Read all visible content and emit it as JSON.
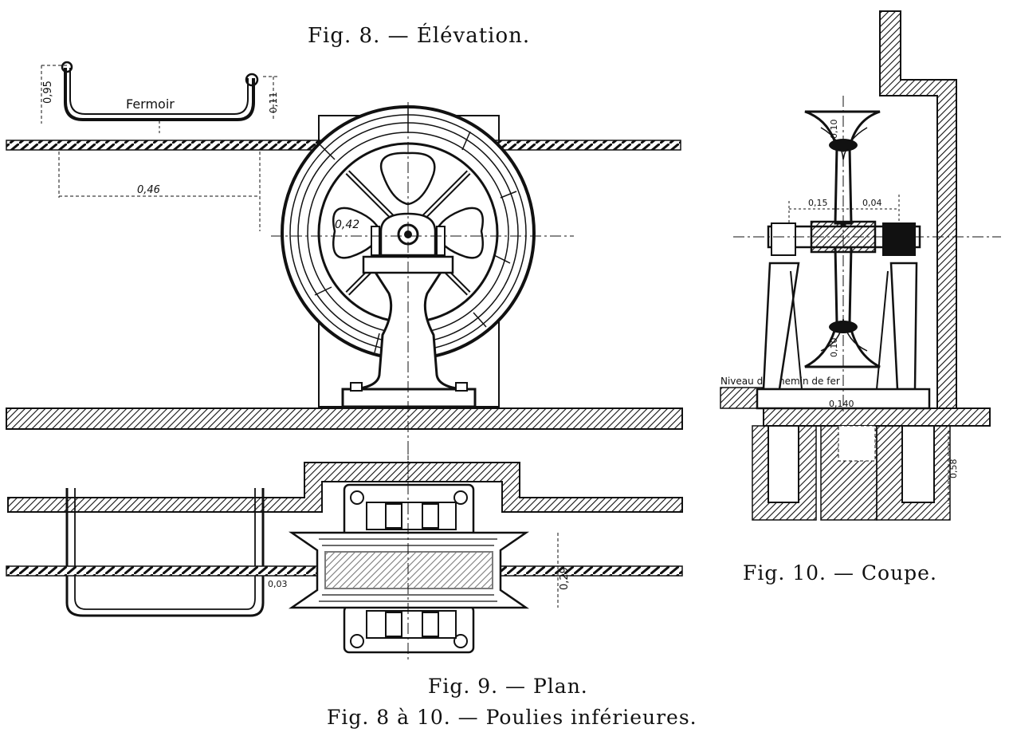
{
  "captions": {
    "fig8": "Fig. 8. — Élévation.",
    "fig9": "Fig. 9. — Plan.",
    "fig10": "Fig. 10. — Coupe.",
    "figall": "Fig. 8 à 10. — Poulies inférieures."
  },
  "labels": {
    "fermoir": "Fermoir",
    "niveau": "Niveau du Chemin de fer"
  },
  "dims": {
    "d046": "0,46",
    "d042": "0,42",
    "d095": "0,95",
    "d011": "0,11",
    "d003": "0,03",
    "d029": "0,29",
    "d010": "0,10",
    "d015": "0,15",
    "d004": "0,04",
    "d0140": "0,140",
    "d058": "0,58"
  },
  "colors": {
    "ink": "#111111",
    "paper": "#ffffff"
  }
}
